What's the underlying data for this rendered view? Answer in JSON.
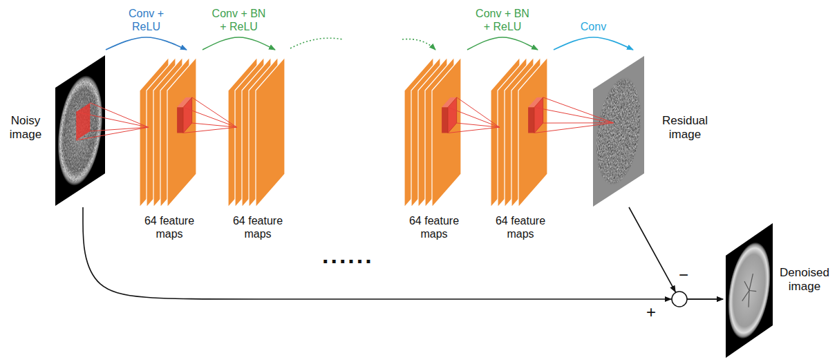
{
  "diagram": {
    "nodes": [
      {
        "text": [
          "Noisy image"
        ]
      },
      {
        "text": [
          "64 feature maps"
        ]
      },
      {
        "text": [
          "64 feature maps"
        ]
      },
      {
        "text": [
          "64 feature maps"
        ]
      },
      {
        "text": [
          "64 feature maps"
        ]
      },
      {
        "text": [
          "Residual image"
        ]
      },
      {
        "text": [
          "Denoised image"
        ]
      }
    ],
    "edges": [
      {
        "from": 0,
        "to": 1,
        "arrow": "to",
        "label": "Conv + ReLU"
      },
      {
        "from": 1,
        "to": 2,
        "arrow": "to",
        "label": "Conv + BN + ReLU"
      },
      {
        "from": 3,
        "to": 4,
        "arrow": "to",
        "label": "Conv + BN + ReLU"
      },
      {
        "from": 4,
        "to": 5,
        "arrow": "to",
        "label": "Conv"
      },
      {
        "from": 0,
        "to": 6,
        "arrow": "to",
        "label": "+"
      },
      {
        "from": 5,
        "to": 6,
        "arrow": "to",
        "label": "−"
      }
    ],
    "labels": [
      "......"
    ]
  }
}
